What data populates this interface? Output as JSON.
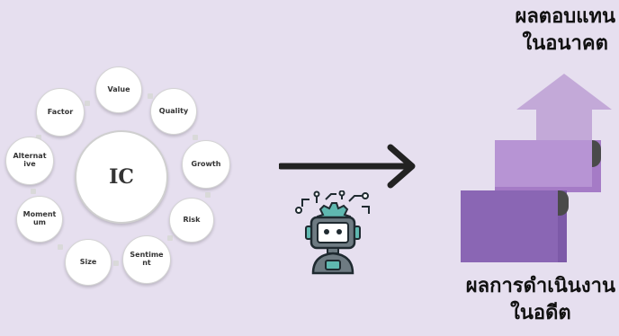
{
  "diagram": {
    "center": "IC",
    "factors": [
      "Value",
      "Quality",
      "Growth",
      "Risk",
      "Sentime nt",
      "Size",
      "Moment um",
      "Alternat ive",
      "Factor"
    ],
    "future_returns_label": [
      "ผลตอบแทน",
      "ในอนาคต"
    ],
    "past_performance_label": [
      "ผลการดำเนินงาน",
      "ในอดีต"
    ],
    "icons": [
      "arrow-right-icon",
      "robot-ai-icon",
      "upward-arrow-icon",
      "document-stack-icon"
    ],
    "colors": {
      "background": "#e6dfef",
      "node_fill": "#ffffff",
      "arrow": "#222222",
      "robot_teal": "#5fb8b0",
      "robot_gray": "#6e7b82",
      "doc_purple_light": "#c3a9d8",
      "doc_purple_mid": "#a57bc6",
      "doc_purple_dark": "#7d5aa8",
      "doc_tab": "#4a4a4a"
    }
  }
}
